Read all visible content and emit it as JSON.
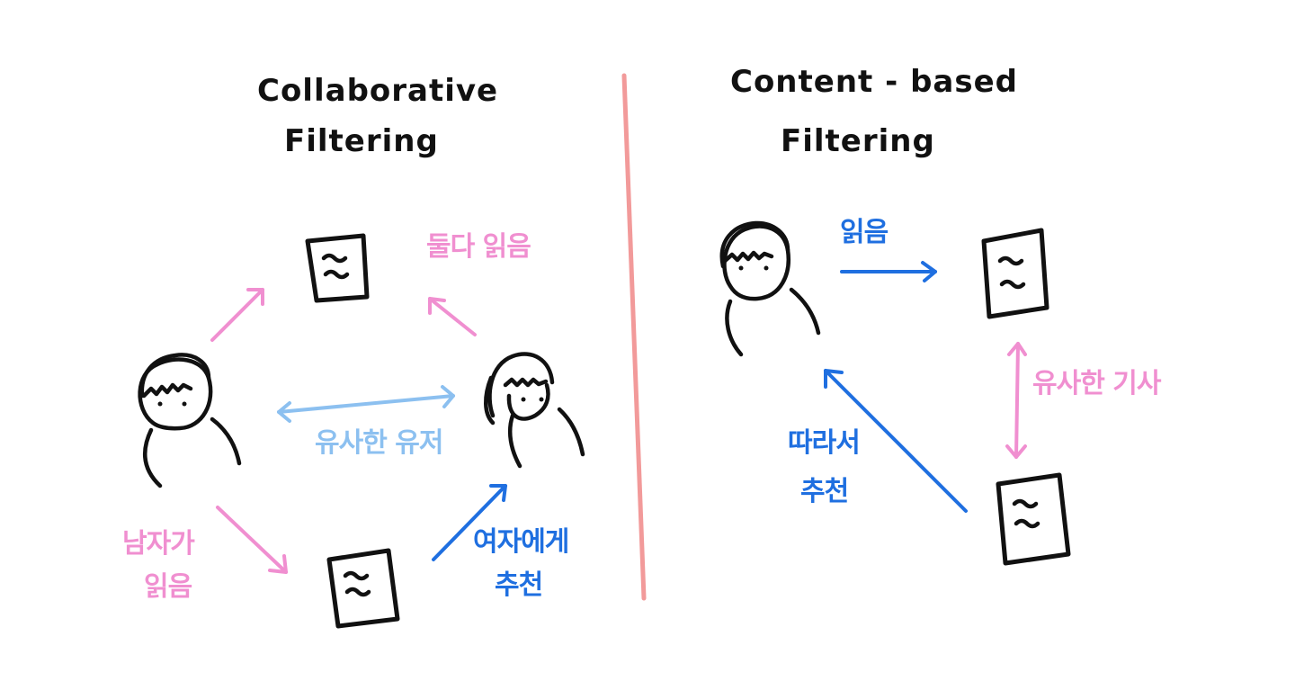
{
  "colors": {
    "ink": "#111111",
    "pink": "#f08fd0",
    "blue": "#1f6fe0",
    "light_blue": "#8cc0f0",
    "divider": "#f29a9a",
    "background": "#ffffff"
  },
  "left": {
    "title_line1": "Collaborative",
    "title_line2": "Filtering",
    "label_both_read": "둘다 읽음",
    "label_similar_user": "유사한 유저",
    "label_man_read_line1": "남자가",
    "label_man_read_line2": "읽음",
    "label_recommend_woman_line1": "여자에게",
    "label_recommend_woman_line2": "추천",
    "icons": [
      "man-icon",
      "woman-icon",
      "document-icon",
      "document-icon"
    ]
  },
  "right": {
    "title_line1": "Content - based",
    "title_line2": "Filtering",
    "label_read": "읽음",
    "label_similar_article": "유사한 기사",
    "label_so_line1": "따라서",
    "label_so_line2": "추천",
    "icons": [
      "man-icon",
      "document-icon",
      "document-icon"
    ]
  }
}
